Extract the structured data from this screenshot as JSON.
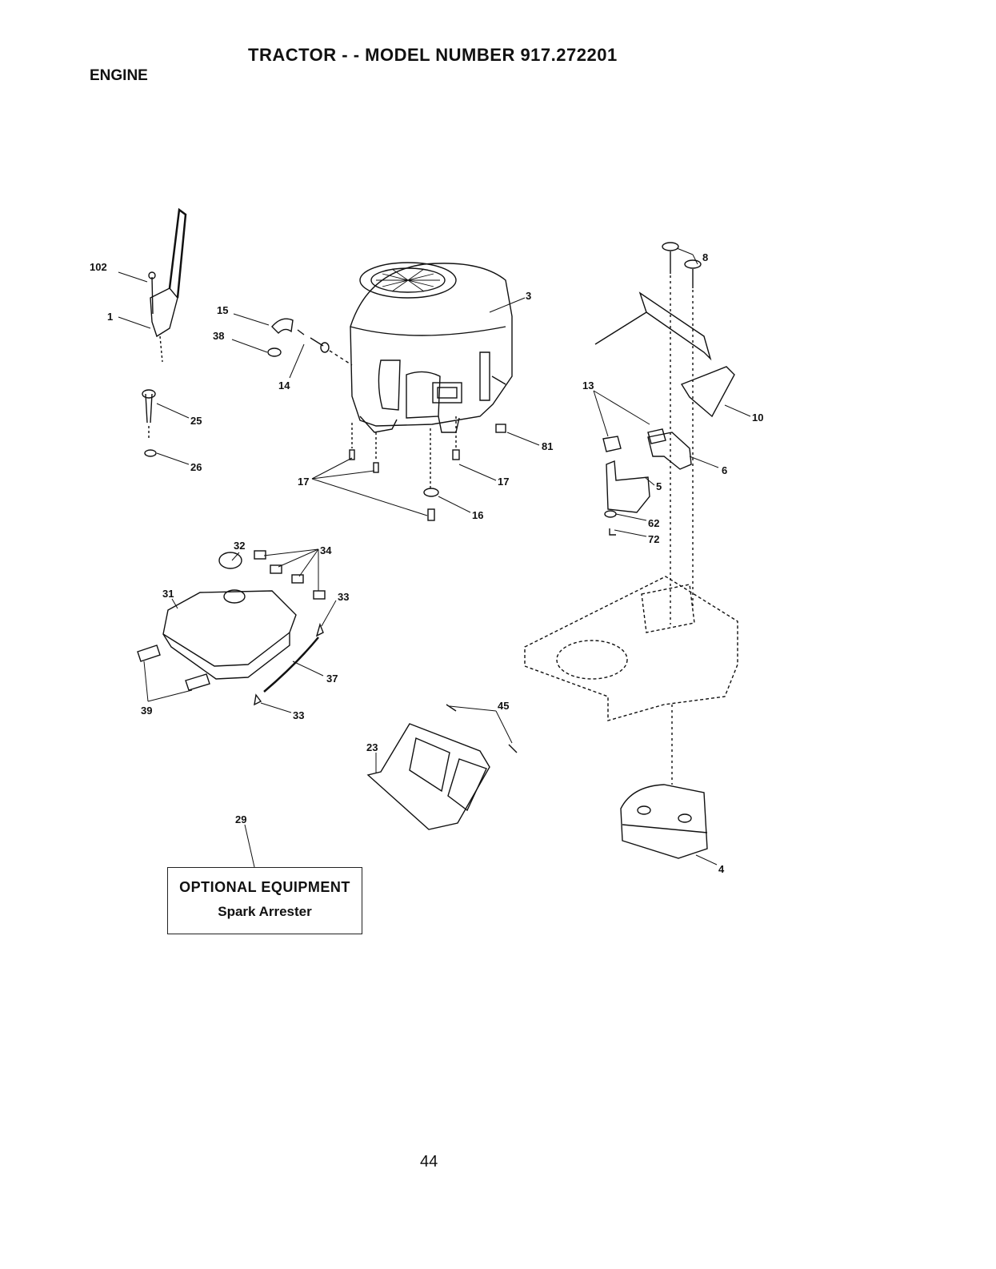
{
  "header": {
    "title": "TRACTOR - - MODEL NUMBER 917.272201",
    "section": "ENGINE"
  },
  "callouts": [
    {
      "id": "102",
      "label": "102"
    },
    {
      "id": "1",
      "label": "1"
    },
    {
      "id": "15",
      "label": "15"
    },
    {
      "id": "38",
      "label": "38"
    },
    {
      "id": "14",
      "label": "14"
    },
    {
      "id": "3",
      "label": "3"
    },
    {
      "id": "8",
      "label": "8"
    },
    {
      "id": "13",
      "label": "13"
    },
    {
      "id": "10",
      "label": "10"
    },
    {
      "id": "25",
      "label": "25"
    },
    {
      "id": "26",
      "label": "26"
    },
    {
      "id": "81",
      "label": "81"
    },
    {
      "id": "17a",
      "label": "17"
    },
    {
      "id": "17b",
      "label": "17"
    },
    {
      "id": "16",
      "label": "16"
    },
    {
      "id": "6",
      "label": "6"
    },
    {
      "id": "5",
      "label": "5"
    },
    {
      "id": "62",
      "label": "62"
    },
    {
      "id": "72",
      "label": "72"
    },
    {
      "id": "32",
      "label": "32"
    },
    {
      "id": "34",
      "label": "34"
    },
    {
      "id": "31",
      "label": "31"
    },
    {
      "id": "33a",
      "label": "33"
    },
    {
      "id": "37",
      "label": "37"
    },
    {
      "id": "39",
      "label": "39"
    },
    {
      "id": "33b",
      "label": "33"
    },
    {
      "id": "45",
      "label": "45"
    },
    {
      "id": "23",
      "label": "23"
    },
    {
      "id": "29",
      "label": "29"
    },
    {
      "id": "4",
      "label": "4"
    }
  ],
  "optional_box": {
    "title": "OPTIONAL EQUIPMENT",
    "item": "Spark Arrester"
  },
  "page_number": "44"
}
